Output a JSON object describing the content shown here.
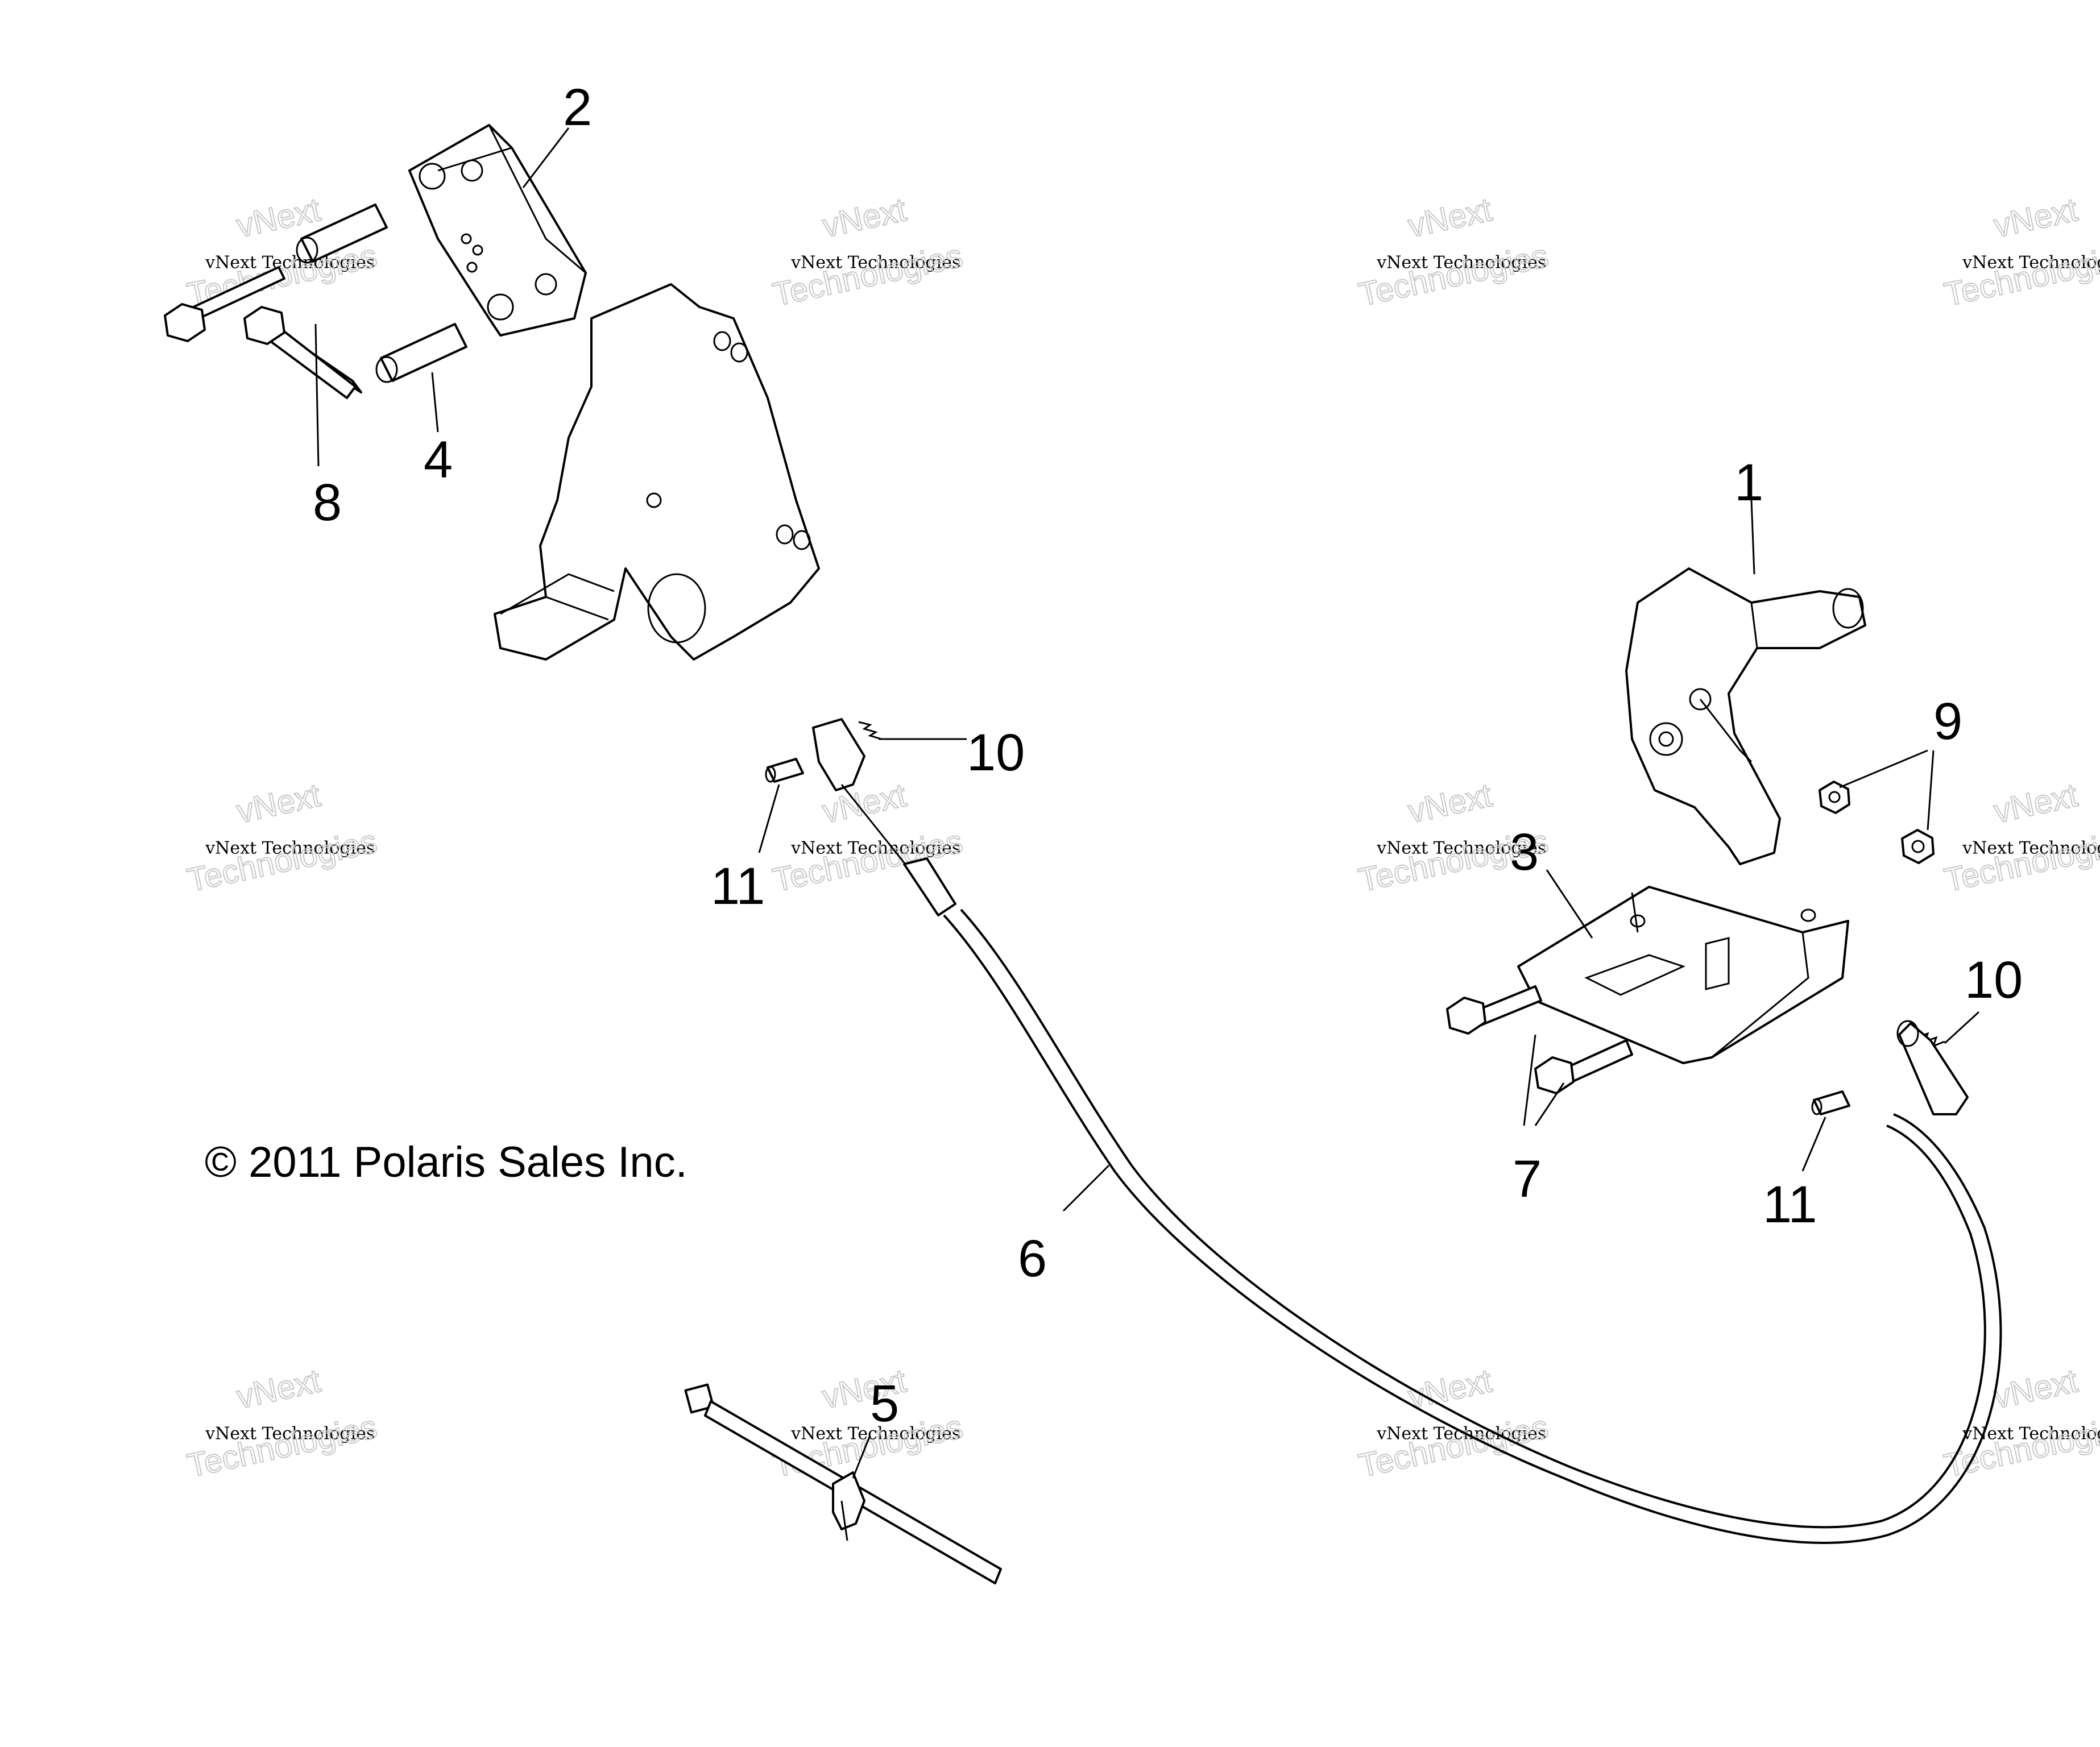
{
  "copyright": "© 2011 Polaris Sales Inc.",
  "watermark": {
    "line1": "vNext",
    "line2": "vNext Technologies",
    "line3": "Technologies"
  },
  "callouts": [
    {
      "id": "1",
      "label": "1"
    },
    {
      "id": "2",
      "label": "2"
    },
    {
      "id": "3",
      "label": "3"
    },
    {
      "id": "4",
      "label": "4"
    },
    {
      "id": "5",
      "label": "5"
    },
    {
      "id": "6",
      "label": "6"
    },
    {
      "id": "7",
      "label": "7"
    },
    {
      "id": "8",
      "label": "8"
    },
    {
      "id": "9",
      "label": "9"
    },
    {
      "id": "10a",
      "label": "10"
    },
    {
      "id": "10b",
      "label": "10"
    },
    {
      "id": "11a",
      "label": "11"
    },
    {
      "id": "11b",
      "label": "11"
    }
  ],
  "colors": {
    "line": "#000000",
    "background": "#ffffff",
    "watermark": "#c8c8c8"
  }
}
